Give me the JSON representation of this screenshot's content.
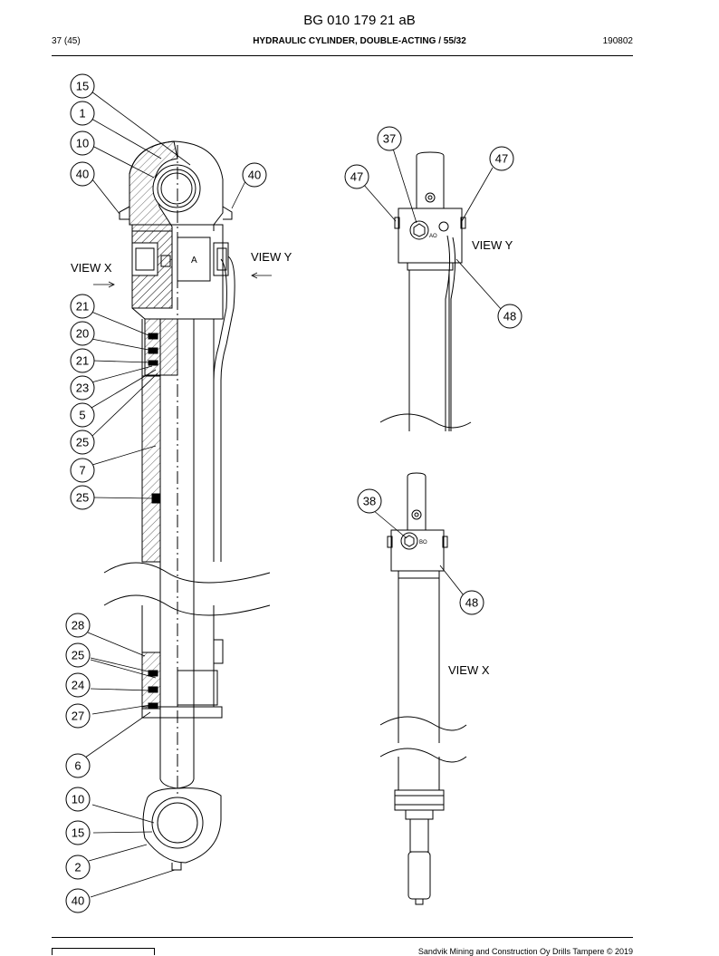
{
  "header": {
    "doc_number": "BG 010 179 21 aB",
    "page": "37 (45)",
    "title": "HYDRAULIC CYLINDER, DOUBLE-ACTING",
    "title_suffix": " / 55/32",
    "date": "190802"
  },
  "footer": {
    "copyright": "Sandvik Mining and Construction Oy Drills Tampere © 2019"
  },
  "views": {
    "x_label": "VIEW X",
    "y_label": "VIEW Y",
    "x_caption": "VIEW X",
    "y_caption": "VIEW Y",
    "port_a": "A",
    "port_ao": "AO",
    "port_bo": "BO"
  },
  "balloons": {
    "main": [
      "15",
      "1",
      "10",
      "40",
      "40",
      "21",
      "20",
      "21",
      "23",
      "5",
      "25",
      "7",
      "25",
      "28",
      "25",
      "24",
      "27",
      "6",
      "10",
      "15",
      "2",
      "40"
    ],
    "view_y": [
      "37",
      "47",
      "47",
      "48"
    ],
    "view_x": [
      "38",
      "48"
    ]
  }
}
